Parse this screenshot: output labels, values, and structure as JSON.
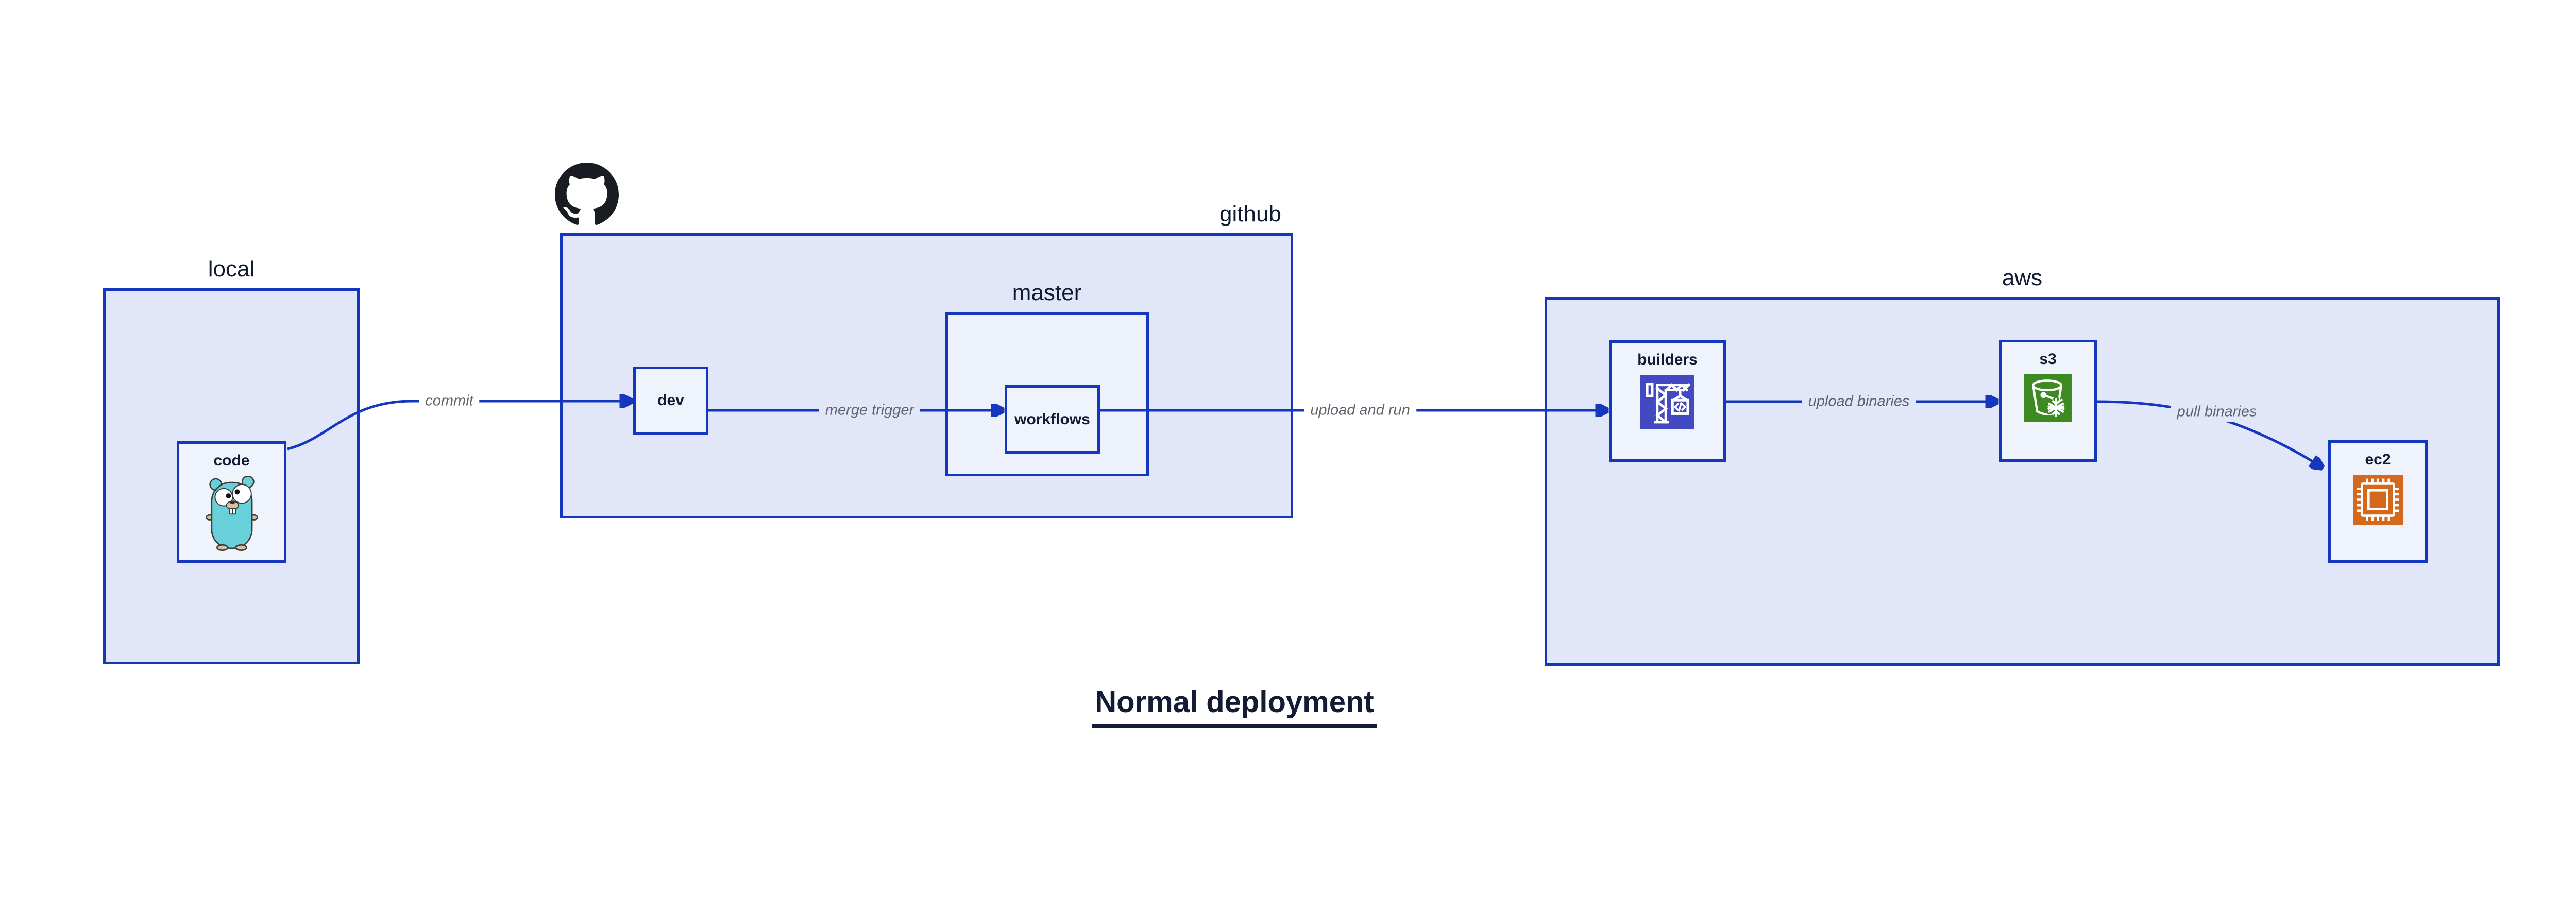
{
  "title": "Normal deployment",
  "clusters": {
    "local": {
      "label": "local"
    },
    "github": {
      "label": "github",
      "logo": "github-octocat-logo"
    },
    "master": {
      "label": "master"
    },
    "aws": {
      "label": "aws"
    }
  },
  "nodes": {
    "code": {
      "label": "code",
      "icon": "go-gopher-icon"
    },
    "dev": {
      "label": "dev"
    },
    "workflows": {
      "label": "workflows"
    },
    "builders": {
      "label": "builders",
      "icon": "codebuild-crane-icon",
      "icon_bg": "#4349c0"
    },
    "s3": {
      "label": "s3",
      "icon": "s3-bucket-snowflake-icon",
      "icon_bg": "#3e8a22"
    },
    "ec2": {
      "label": "ec2",
      "icon": "ec2-chip-icon",
      "icon_bg": "#d4691d"
    }
  },
  "edges": [
    {
      "from": "code",
      "to": "dev",
      "label": "commit"
    },
    {
      "from": "dev",
      "to": "workflows",
      "label": "merge trigger"
    },
    {
      "from": "workflows",
      "to": "builders",
      "label": "upload and run"
    },
    {
      "from": "builders",
      "to": "s3",
      "label": "upload binaries"
    },
    {
      "from": "s3",
      "to": "ec2",
      "label": "pull binaries"
    }
  ],
  "colors": {
    "border_blue": "#1537bd",
    "edge_blue": "#1537bd",
    "container_fill": "#e1e7f9",
    "inner_container_fill": "#edf1fb",
    "node_fill": "#eff3fc",
    "edge_label_gray": "#62626d",
    "text_navy": "#131c36",
    "builders_icon_bg": "#4349c0",
    "s3_icon_bg": "#3e8a22",
    "ec2_icon_bg": "#d4691d",
    "gopher_teal": "#67d0d8",
    "octocat_black": "#191d23"
  }
}
